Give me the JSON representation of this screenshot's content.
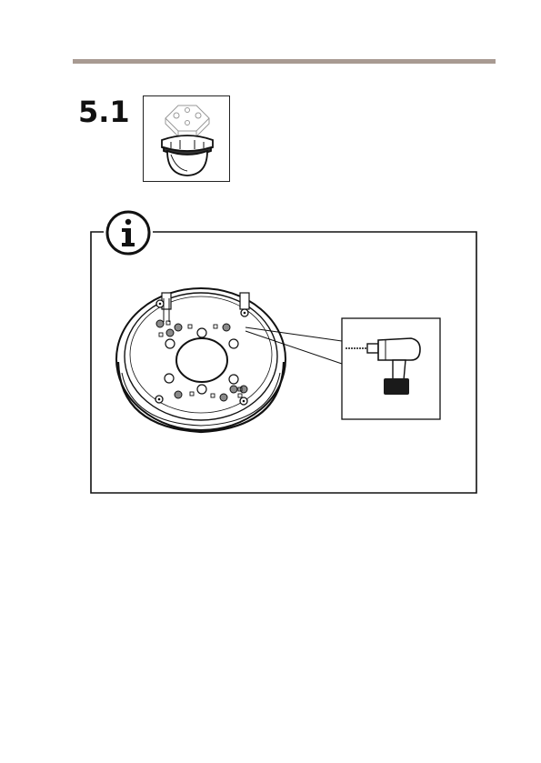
{
  "step": {
    "number": "5.1"
  },
  "colors": {
    "top_rule": "#a89a92",
    "ink": "#1a1a1a",
    "screw_fill": "#8a8a8a"
  },
  "icons": {
    "thumbnail": "dome-camera-with-junction-box",
    "info": "info-icon",
    "plate": "mounting-plate",
    "drill": "cordless-drill"
  }
}
